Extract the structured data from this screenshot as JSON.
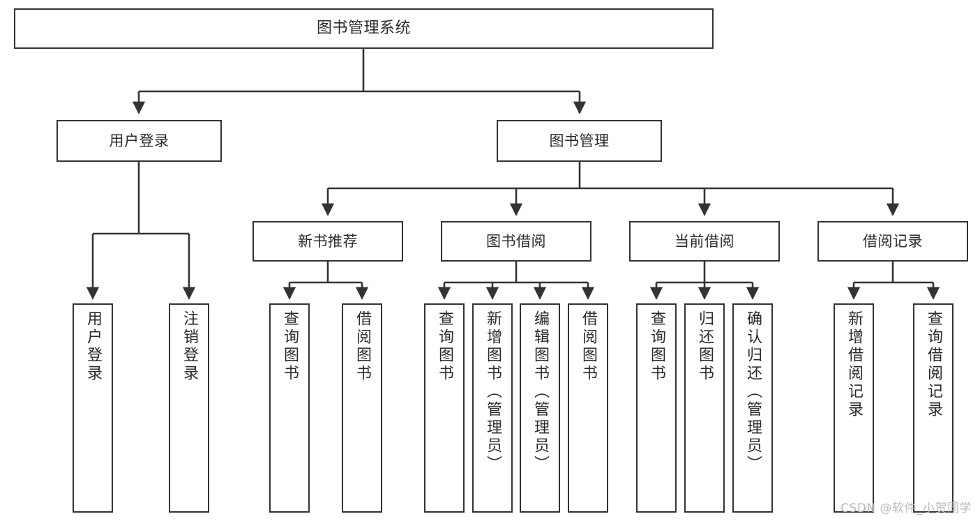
{
  "diagram": {
    "title": "图书管理系统",
    "type": "tree",
    "colors": {
      "box_border": "#333333",
      "box_fill": "#ffffff",
      "connector": "#333333",
      "text": "#2b2b2b",
      "watermark": "#b9b9b9",
      "background": "#ffffff"
    },
    "levels": {
      "root": {
        "label": "图书管理系统"
      },
      "level2": [
        {
          "id": "user-login",
          "label": "用户登录"
        },
        {
          "id": "book-manage",
          "label": "图书管理"
        }
      ],
      "level3": [
        {
          "id": "new-book-rec",
          "label": "新书推荐"
        },
        {
          "id": "book-borrow",
          "label": "图书借阅"
        },
        {
          "id": "current-borrow",
          "label": "当前借阅"
        },
        {
          "id": "borrow-record",
          "label": "借阅记录"
        }
      ],
      "leaves": [
        {
          "id": "leaf-user-login",
          "label": "用户登录",
          "parent": "user-login"
        },
        {
          "id": "leaf-logout",
          "label": "注销登录",
          "parent": "user-login"
        },
        {
          "id": "leaf-query-book-1",
          "label": "查询图书",
          "parent": "new-book-rec"
        },
        {
          "id": "leaf-borrow-book-1",
          "label": "借阅图书",
          "parent": "new-book-rec"
        },
        {
          "id": "leaf-query-book-2",
          "label": "查询图书",
          "parent": "book-borrow"
        },
        {
          "id": "leaf-add-book",
          "label": "新增图书（管理员）",
          "parent": "book-borrow"
        },
        {
          "id": "leaf-edit-book",
          "label": "编辑图书（管理员）",
          "parent": "book-borrow"
        },
        {
          "id": "leaf-borrow-book-2",
          "label": "借阅图书",
          "parent": "book-borrow"
        },
        {
          "id": "leaf-query-book-3",
          "label": "查询图书",
          "parent": "current-borrow"
        },
        {
          "id": "leaf-return-book",
          "label": "归还图书",
          "parent": "current-borrow"
        },
        {
          "id": "leaf-confirm-return",
          "label": "确认归还（管理员）",
          "parent": "current-borrow"
        },
        {
          "id": "leaf-add-record",
          "label": "新增借阅记录",
          "parent": "borrow-record"
        },
        {
          "id": "leaf-query-record",
          "label": "查询借阅记录",
          "parent": "borrow-record"
        }
      ]
    }
  },
  "watermark": {
    "text": "CSDN @软件_小贺同学"
  }
}
